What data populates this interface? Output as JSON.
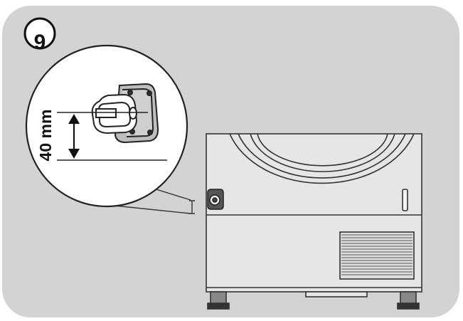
{
  "step": {
    "number": "9"
  },
  "measurement": {
    "label": "40 mm"
  },
  "colors": {
    "panel_background": "#d3d3d3",
    "line": "#333333",
    "appliance_fill": "#e6e6e6"
  },
  "icons": [
    "step-number-badge",
    "double-arrow-icon",
    "magnifier-callout",
    "dryer-illustration",
    "hose-connector",
    "vent-grille",
    "levelling-foot"
  ]
}
